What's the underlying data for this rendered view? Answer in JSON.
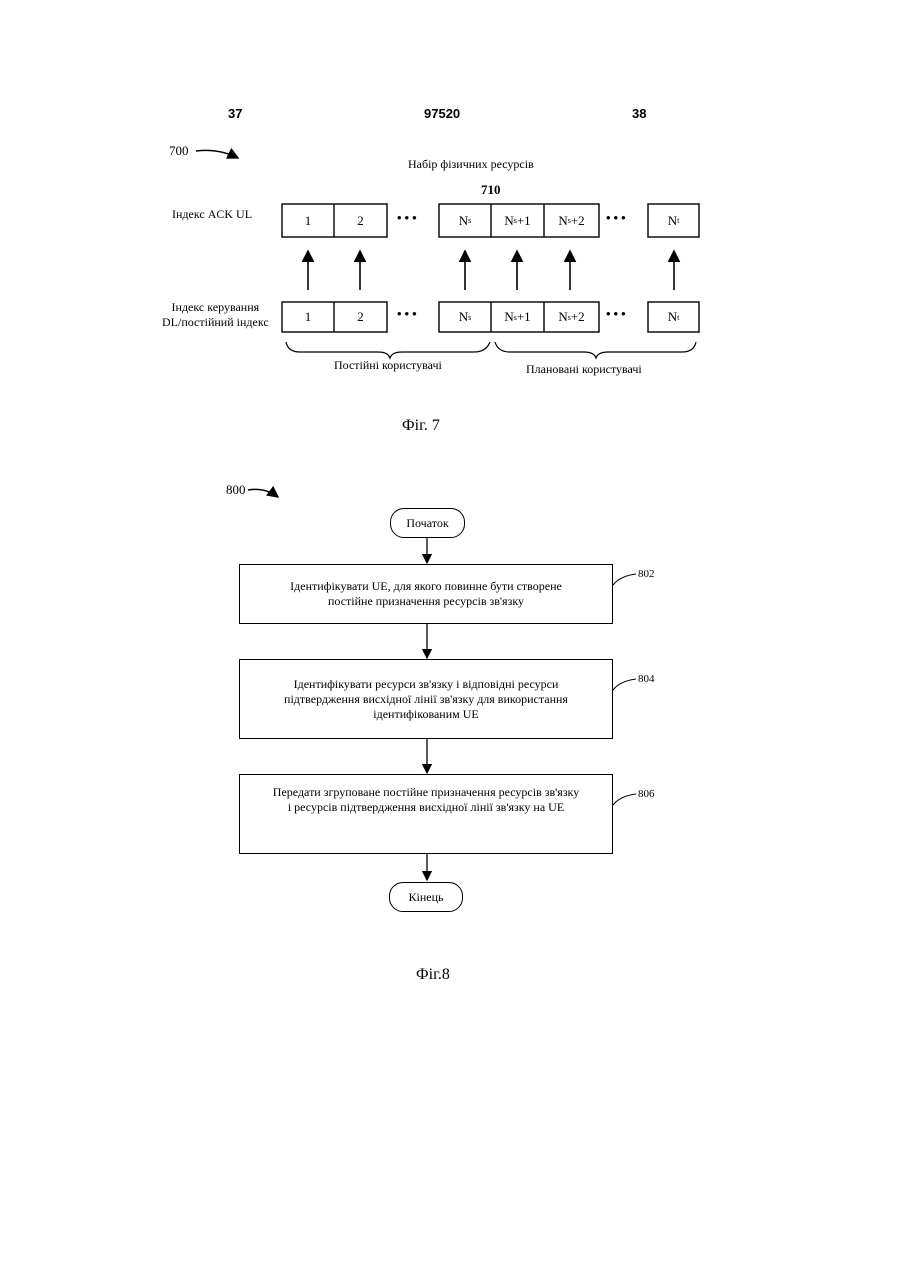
{
  "header": {
    "left_page": "37",
    "patent_number": "97520",
    "right_page": "38"
  },
  "fig7": {
    "ref_number": "700",
    "set_title": "Набір фізичних ресурсів",
    "set_ref": "710",
    "row1_label": "Індекс ACK UL",
    "row2_label_line1": "Індекс керування",
    "row2_label_line2": "DL/постійний індекс",
    "cells": [
      "1",
      "2",
      "N",
      "N",
      "N",
      "N"
    ],
    "cell_subs": [
      "",
      "",
      "s",
      "s",
      "s",
      "t"
    ],
    "cell_suffix": [
      "",
      "",
      "",
      "+1",
      "+2",
      ""
    ],
    "dots": "•••",
    "group_left": "Постійні користувачі",
    "group_right": "Плановані користувачі",
    "caption": "Фіг. 7"
  },
  "fig8": {
    "ref_number": "800",
    "start": "Початок",
    "end": "Кінець",
    "steps": [
      {
        "ref": "802",
        "line1": "Ідентифікувати UE, для якого повинне бути створене",
        "line2": "постійне призначення ресурсів зв'язку",
        "line3": ""
      },
      {
        "ref": "804",
        "line1": "Ідентифікувати ресурси зв'язку і відповідні ресурси",
        "line2": "підтвердження висхідної лінії зв'язку для використання",
        "line3": "ідентифікованим UE"
      },
      {
        "ref": "806",
        "line1": "Передати згруповане постійне призначення ресурсів зв'язку",
        "line2": "і ресурсів підтвердження висхідної лінії зв'язку на UE",
        "line3": ""
      }
    ],
    "caption": "Фіг.8"
  }
}
